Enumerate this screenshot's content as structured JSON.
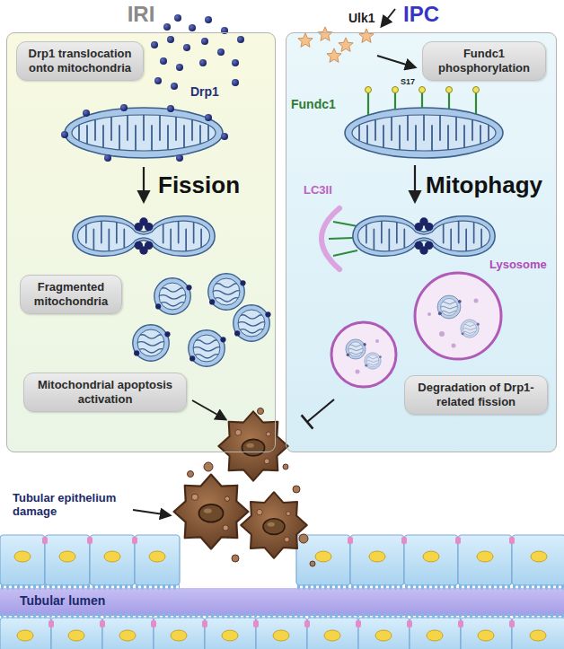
{
  "diagram": {
    "nodes": [
      {
        "text": [
          "IRI"
        ]
      },
      {
        "text": [
          "Drp1 translocation onto mitochondria"
        ],
        "in": 0
      },
      {
        "text": [
          "Fragmented mitochondria"
        ],
        "in": 0
      },
      {
        "text": [
          "Mitochondrial apoptosis activation"
        ],
        "in": 0
      },
      {
        "text": [
          "IPC"
        ]
      },
      {
        "text": [
          "Fundc1 phosphorylation"
        ],
        "in": 4
      },
      {
        "text": [
          "Degradation of Drp1-related fission"
        ],
        "in": 4
      }
    ],
    "labels": [
      "Drp1",
      "Fission",
      "Ulk1",
      "Fundc1",
      "S17",
      "Mitophagy",
      "LC3II",
      "Lysosome",
      "Tubular epithelium damage",
      "Tubular lumen"
    ]
  }
}
